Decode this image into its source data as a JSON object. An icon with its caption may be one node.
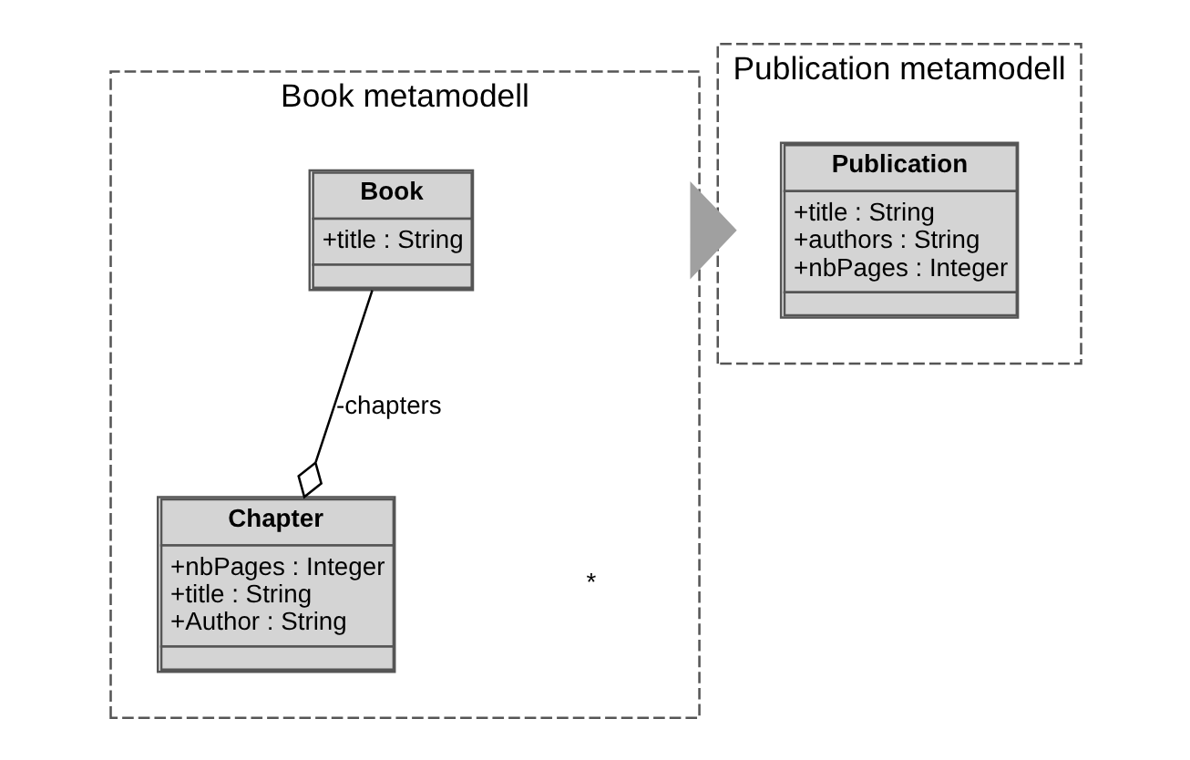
{
  "diagram": {
    "nodes": [
      {
        "text": [
          "Book metamodell"
        ]
      },
      {
        "text": [
          "Book",
          "+title : String"
        ],
        "in": 0
      },
      {
        "text": [
          "Chapter",
          "+nbPages : Integer +title : String +Author : String"
        ],
        "in": 0
      },
      {
        "text": [
          "Publication metamodell"
        ]
      },
      {
        "text": [
          "Publication",
          "+title : String +authors : String +nbPages : Integer"
        ],
        "in": 3
      }
    ],
    "edges": [
      {
        "from": 1,
        "to": 2,
        "arrow": "other",
        "label": "-chapters"
      },
      {
        "from": 0,
        "to": 3,
        "arrow": "to",
        "style": "thick",
        "color": "#a0a0a0"
      }
    ],
    "labels": [
      "*"
    ]
  }
}
